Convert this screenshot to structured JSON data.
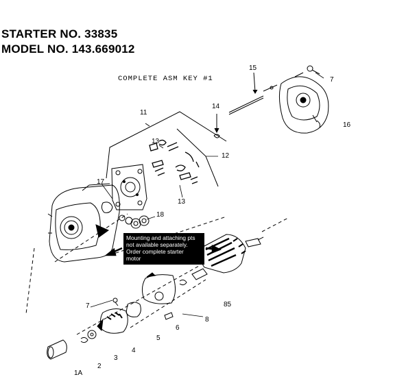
{
  "header": {
    "starter": "STARTER NO. 33835",
    "model": "MODEL NO. 143.669012"
  },
  "caption": "COMPLETE ASM KEY #1",
  "note_lines": [
    "Mounting and attaching pts",
    "not available separately.",
    "Order complete starter",
    "motor"
  ],
  "callouts": {
    "c15": "15",
    "c7a": "7",
    "c14": "14",
    "c16": "16",
    "c11": "11",
    "c13a": "13",
    "c12": "12",
    "c17": "17",
    "c13b": "13",
    "c18": "18",
    "c7b": "7",
    "c85": "85",
    "c8": "8",
    "c6": "6",
    "c5": "5",
    "c4": "4",
    "c3": "3",
    "c2": "2",
    "c1a": "1A"
  }
}
